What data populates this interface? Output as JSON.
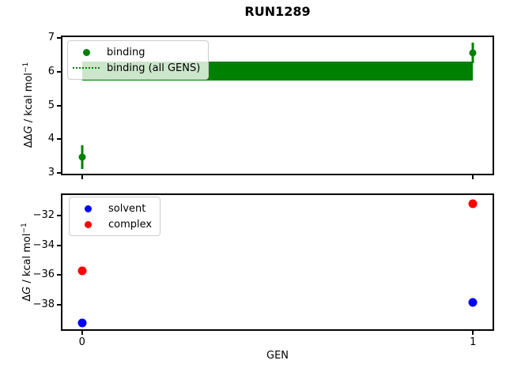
{
  "title": "RUN1289",
  "colors": {
    "binding_green": "#008000",
    "solvent_blue": "#0000ff",
    "complex_red": "#ff0000",
    "axis_black": "#000000"
  },
  "chart_data": [
    {
      "type": "scatter",
      "subplot": "top",
      "ylabel": {
        "delta": "ΔΔ",
        "g": "G",
        "rest": " / kcal mol",
        "sup": "−1"
      },
      "xlim": [
        -0.05,
        1.05
      ],
      "ylim": [
        2.98,
        7.02
      ],
      "grid": false,
      "yticks": [
        {
          "v": 7,
          "label": "7"
        },
        {
          "v": 6,
          "label": "6"
        },
        {
          "v": 5,
          "label": "5"
        },
        {
          "v": 4,
          "label": "4"
        },
        {
          "v": 3,
          "label": "3"
        }
      ],
      "xticks": [
        {
          "v": 0,
          "label": ""
        },
        {
          "v": 1,
          "label": ""
        }
      ],
      "series": [
        {
          "name": "binding",
          "color": "#008000",
          "marker": "circle",
          "points": [
            {
              "x": 0,
              "y": 3.46,
              "yerr": 0.35
            },
            {
              "x": 1,
              "y": 6.55,
              "yerr": 0.3
            }
          ]
        }
      ],
      "band": {
        "name": "binding (all GENS)",
        "color": "#008000",
        "x0": 0,
        "x1": 1,
        "y0": 5.73,
        "y1": 6.3
      },
      "legend": {
        "position": "upper-left",
        "entries": [
          {
            "label": "binding",
            "marker": "dot"
          },
          {
            "label": "binding (all GENS)",
            "marker": "dotted-line"
          }
        ]
      }
    },
    {
      "type": "scatter",
      "subplot": "bottom",
      "xlabel": "GEN",
      "ylabel": {
        "delta": "Δ",
        "g": "G",
        "rest": " / kcal mol",
        "sup": "−1"
      },
      "xlim": [
        -0.05,
        1.05
      ],
      "ylim": [
        -39.65,
        -30.6
      ],
      "grid": false,
      "yticks": [
        {
          "v": -32,
          "label": "−32"
        },
        {
          "v": -34,
          "label": "−34"
        },
        {
          "v": -36,
          "label": "−36"
        },
        {
          "v": -38,
          "label": "−38"
        }
      ],
      "xticks": [
        {
          "v": 0,
          "label": "0"
        },
        {
          "v": 1,
          "label": "1"
        }
      ],
      "series": [
        {
          "name": "solvent",
          "color": "#0000ff",
          "marker": "circle",
          "points": [
            {
              "x": 0,
              "y": -39.2
            },
            {
              "x": 1,
              "y": -37.85
            }
          ]
        },
        {
          "name": "complex",
          "color": "#ff0000",
          "marker": "circle",
          "points": [
            {
              "x": 0,
              "y": -35.7
            },
            {
              "x": 1,
              "y": -31.2
            }
          ]
        }
      ],
      "legend": {
        "position": "upper-left",
        "entries": [
          {
            "label": "solvent",
            "marker": "dot"
          },
          {
            "label": "complex",
            "marker": "dot"
          }
        ]
      }
    }
  ]
}
